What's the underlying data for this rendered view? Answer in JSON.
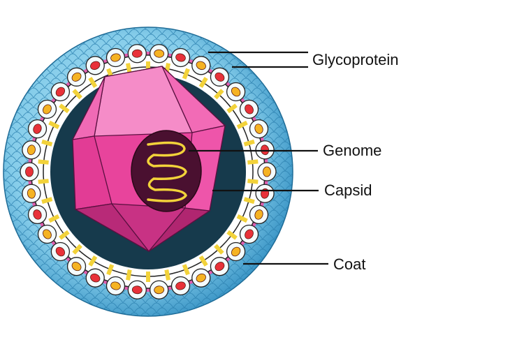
{
  "diagram": {
    "labels": {
      "glycoprotein": "Glycoprotein",
      "genome": "Genome",
      "capsid": "Capsid",
      "coat": "Coat"
    },
    "colors": {
      "coat": "#7fc8e8",
      "coat_dark": "#2f8fc0",
      "membrane": "#ffffff",
      "interior": "#163a4c",
      "capsid": "#e8449c",
      "capsid_light": "#f57ac0",
      "genome_bg": "#4a1030",
      "genome_strand": "#f2d23a",
      "glyco_red": "#e8323a",
      "glyco_yellow": "#f5b323"
    }
  }
}
